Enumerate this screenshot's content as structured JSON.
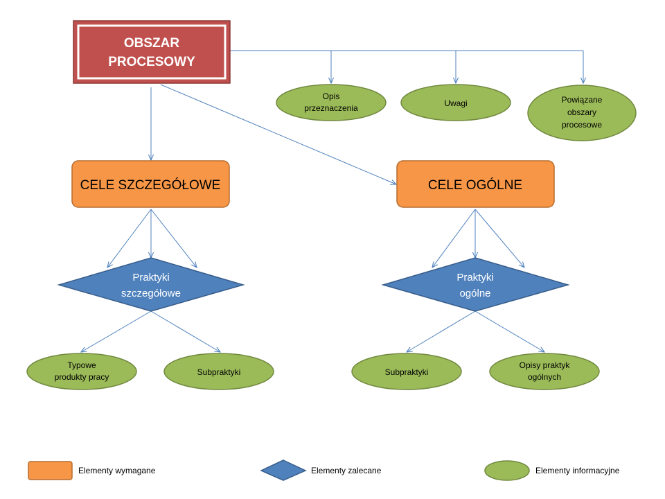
{
  "process_area": {
    "line1": "OBSZAR",
    "line2": "PROCESOWY"
  },
  "info_top": {
    "purpose": {
      "line1": "Opis",
      "line2": "przeznaczenia"
    },
    "notes": {
      "line1": "Uwagi"
    },
    "related": {
      "line1": "Powiązane",
      "line2": "obszary",
      "line3": "procesowe"
    }
  },
  "specific_goals": {
    "label": "CELE SZCZEGÓŁOWE"
  },
  "generic_goals": {
    "label": "CELE OGÓLNE"
  },
  "specific_practices": {
    "line1": "Praktyki",
    "line2": "szczegółowe"
  },
  "generic_practices": {
    "line1": "Praktyki",
    "line2": "ogólne"
  },
  "info_bottom": {
    "work_products": {
      "line1": "Typowe",
      "line2": "produkty pracy"
    },
    "subpractices_left": {
      "line1": "Subpraktyki"
    },
    "subpractices_right": {
      "line1": "Subpraktyki"
    },
    "generic_descriptions": {
      "line1": "Opisy praktyk",
      "line2": "ogólnych"
    }
  },
  "legend": {
    "required": "Elementy wymagane",
    "expected": "Elementy zalecane",
    "informative": "Elementy informacyjne"
  },
  "colors": {
    "required_fill": "#F79646",
    "required_stroke": "#B66D31",
    "expected_fill": "#4F81BD",
    "expected_stroke": "#385D8A",
    "informative_fill": "#9BBB59",
    "informative_stroke": "#71893F",
    "process_area_fill": "#C0504D",
    "connector": "#4F81BD"
  }
}
